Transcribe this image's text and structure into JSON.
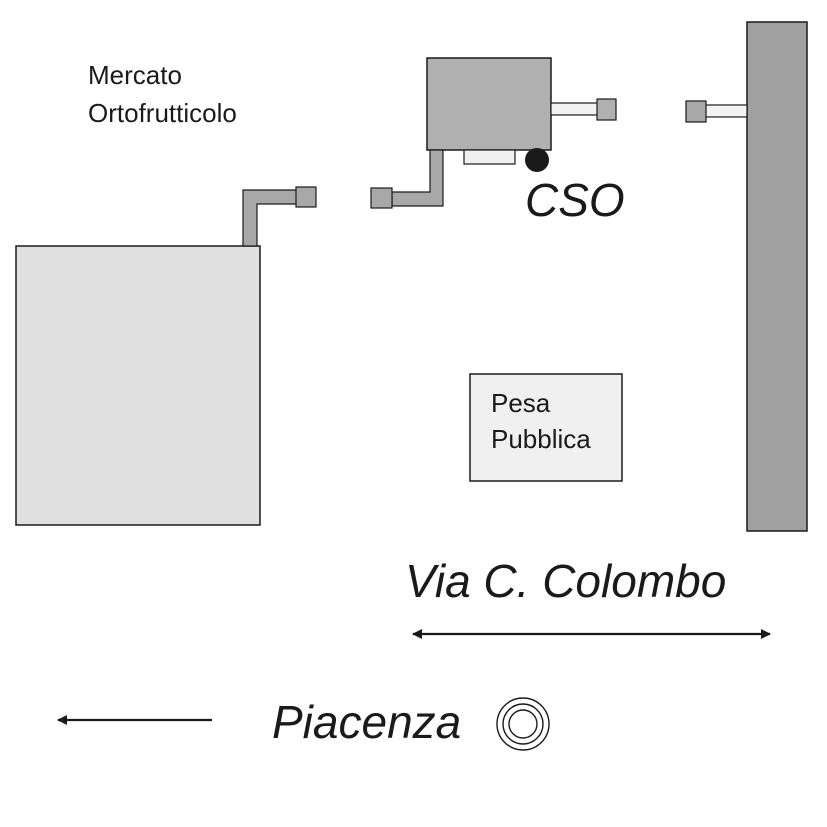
{
  "labels": {
    "market_line1": "Mercato",
    "market_line2": "Ortofrutticolo",
    "cso": "CSO",
    "pesa_line1": "Pesa",
    "pesa_line2": "Pubblica",
    "street": "Via C. Colombo",
    "direction": "Piacenza"
  },
  "colors": {
    "market_fill": "#e0e0e0",
    "cso_fill": "#b0b0b0",
    "wall_fill": "#a0a0a0",
    "pesa_fill": "#f0f0f0",
    "pipe_fill": "#a8a8a8",
    "pipe_light_fill": "#f2f2f2",
    "stroke": "#1a1a1a"
  },
  "icons": [
    "cso-dot-icon",
    "arrow-left-icon",
    "double-arrow-icon",
    "city-symbol-icon"
  ]
}
